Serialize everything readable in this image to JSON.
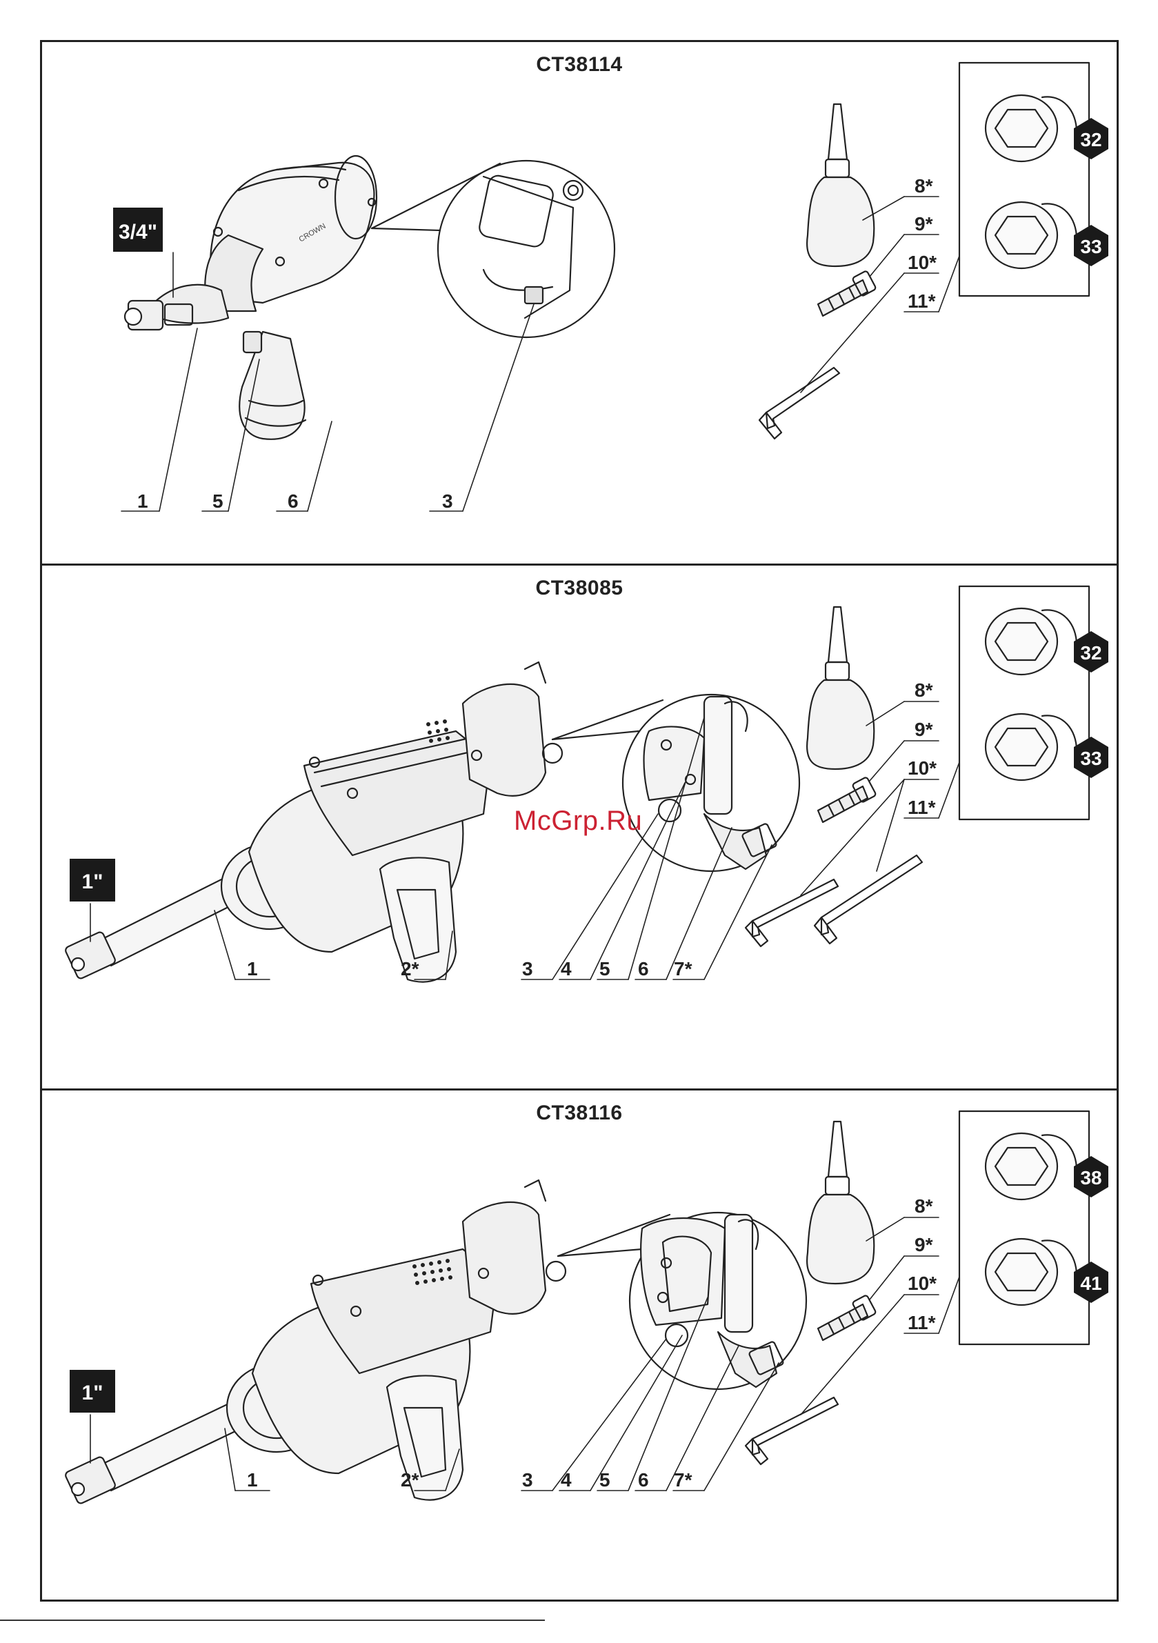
{
  "panels": [
    {
      "model": "CT38114",
      "drive_size": "3/4\"",
      "callouts": [
        "1",
        "5",
        "6",
        "3"
      ],
      "accessory_labels": [
        "8*",
        "9*",
        "10*",
        "11*"
      ],
      "socket_sizes": [
        "32",
        "33"
      ],
      "brand_mark": "CROWN"
    },
    {
      "model": "CT38085",
      "drive_size": "1\"",
      "callouts": [
        "1",
        "2*",
        "3",
        "4",
        "5",
        "6",
        "7*"
      ],
      "accessory_labels": [
        "8*",
        "9*",
        "10*",
        "11*"
      ],
      "socket_sizes": [
        "32",
        "33"
      ]
    },
    {
      "model": "CT38116",
      "drive_size": "1\"",
      "callouts": [
        "1",
        "2*",
        "3",
        "4",
        "5",
        "6",
        "7*"
      ],
      "accessory_labels": [
        "8*",
        "9*",
        "10*",
        "11*"
      ],
      "socket_sizes": [
        "38",
        "41"
      ]
    }
  ],
  "watermark": "McGrp.Ru",
  "colors": {
    "line": "#222222",
    "badge": "#1a1a1a",
    "watermark": "#cc2233"
  },
  "icons": [
    "impact-wrench",
    "oil-bottle",
    "air-fitting",
    "hex-key",
    "impact-socket"
  ]
}
